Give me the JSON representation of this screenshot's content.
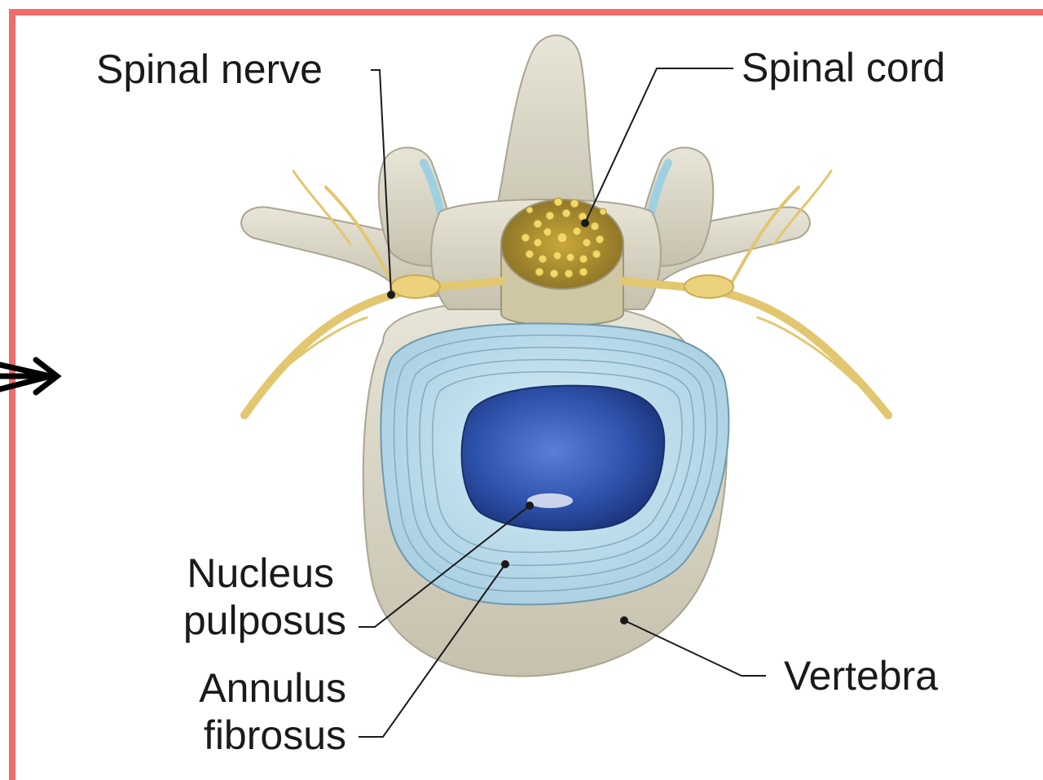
{
  "labels": {
    "spinal_nerve": "Spinal nerve",
    "spinal_cord": "Spinal cord",
    "nucleus_line1": "Nucleus",
    "nucleus_line2": "pulposus",
    "annulus_line1": "Annulus",
    "annulus_line2": "fibrosus",
    "vertebra": "Vertebra"
  },
  "colors": {
    "frame_border": "#f26b6b",
    "bone": "#dcd8c8",
    "bone_shadow": "#b8b39f",
    "annulus": "#bfe0ee",
    "annulus_ring": "#7aa4b8",
    "nucleus": "#2b4fa8",
    "nerve": "#e8cf7a",
    "cord_fibers": "#f0d36a",
    "leader_line": "#1a1a1a"
  },
  "icons": {
    "left_edge_arrow": "arrow-right-icon"
  }
}
